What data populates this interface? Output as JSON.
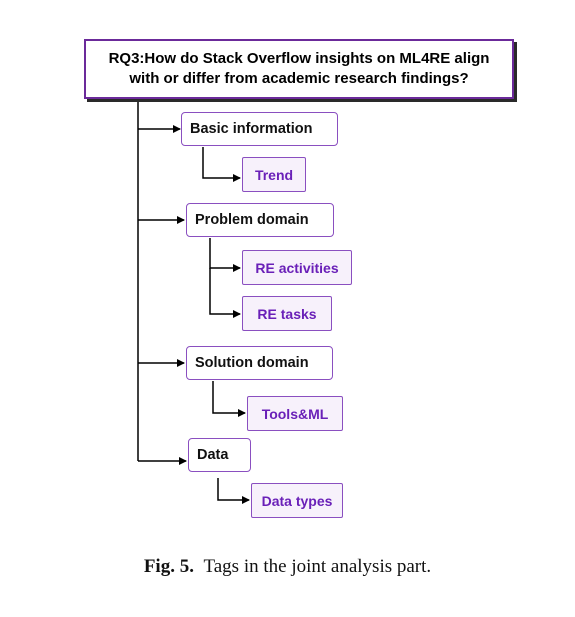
{
  "root": {
    "text": "RQ3:How do Stack Overflow insights on ML4RE align with or differ from academic research findings?"
  },
  "categories": [
    {
      "label": "Basic information",
      "tags": [
        "Trend"
      ]
    },
    {
      "label": "Problem domain",
      "tags": [
        "RE activities",
        "RE tasks"
      ]
    },
    {
      "label": "Solution domain",
      "tags": [
        "Tools&ML"
      ]
    },
    {
      "label": "Data",
      "tags": [
        "Data types"
      ]
    }
  ],
  "caption": {
    "fig_label": "Fig. 5.",
    "text": "Tags in the joint analysis part."
  },
  "colors": {
    "border": "#8a4fc0",
    "root_border": "#6b2a9a",
    "tag_text": "#6a20b8",
    "tag_fill": "#f7f1fb"
  }
}
